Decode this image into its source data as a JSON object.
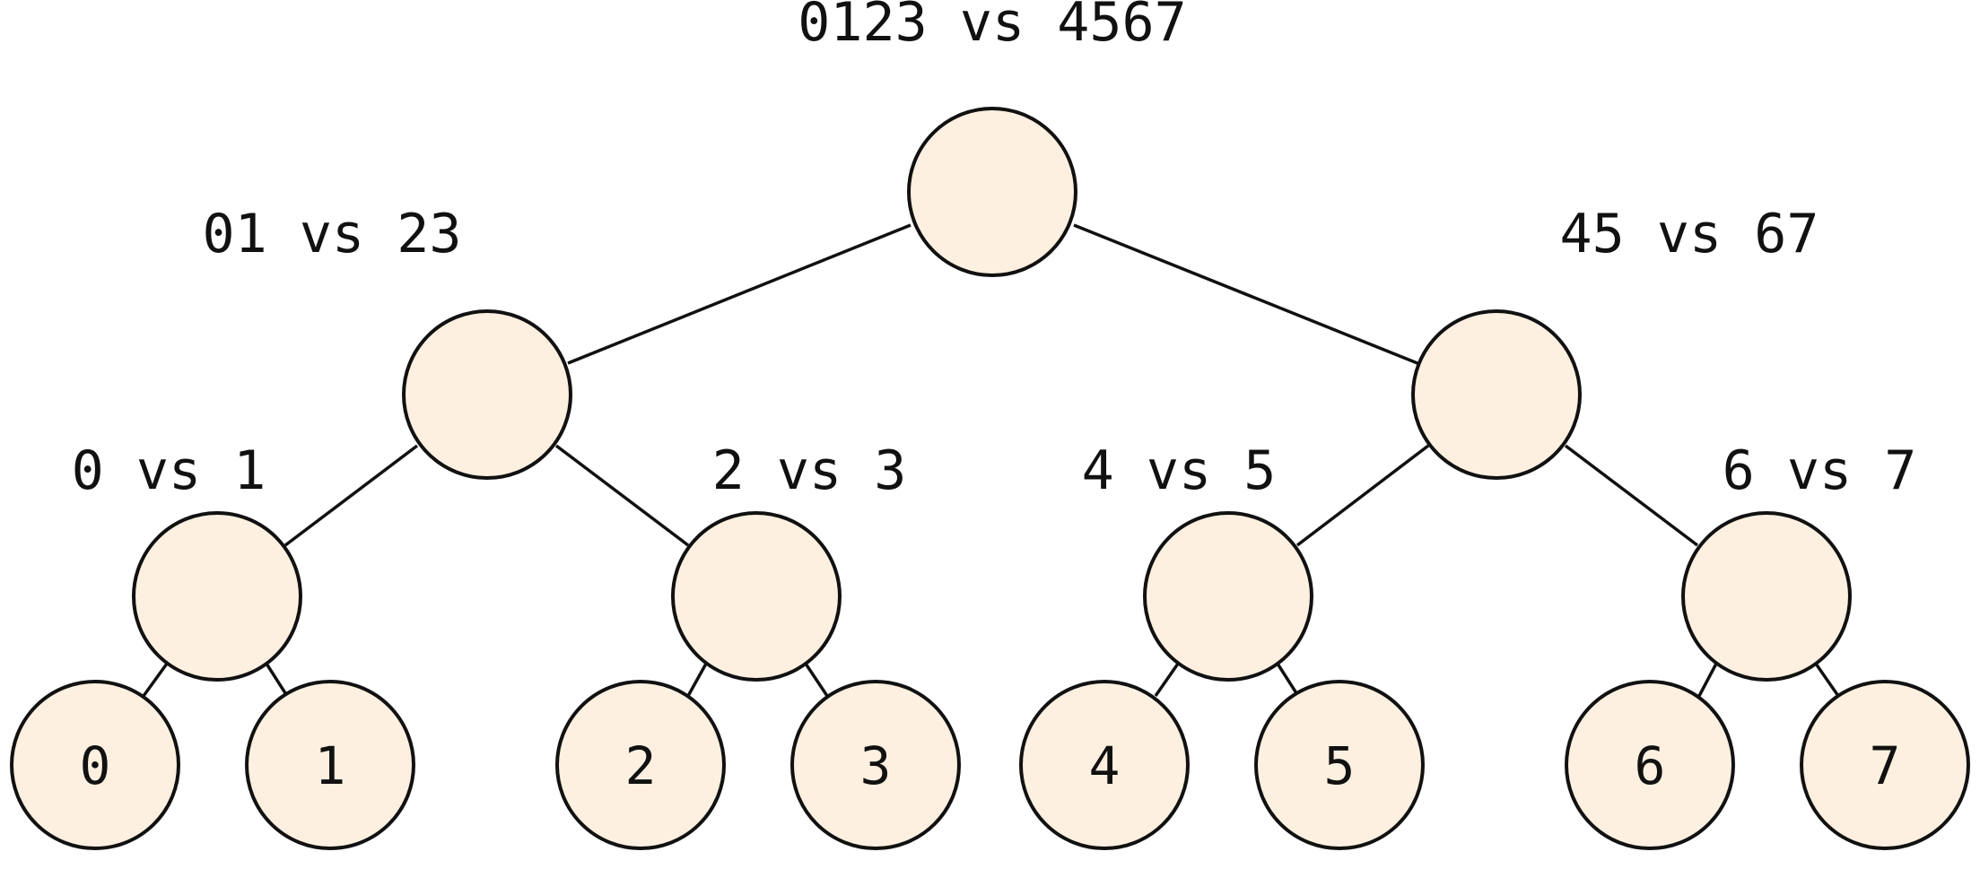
{
  "colors": {
    "node_fill": "#fdf0e0",
    "stroke": "#111111"
  },
  "tree": {
    "root": {
      "label": "0123 vs 4567"
    },
    "level1": [
      {
        "label": "01 vs 23"
      },
      {
        "label": "45 vs 67"
      }
    ],
    "level2": [
      {
        "label": "0 vs 1"
      },
      {
        "label": "2 vs 3"
      },
      {
        "label": "4 vs 5"
      },
      {
        "label": "6 vs 7"
      }
    ],
    "leaves": [
      {
        "label": "0"
      },
      {
        "label": "1"
      },
      {
        "label": "2"
      },
      {
        "label": "3"
      },
      {
        "label": "4"
      },
      {
        "label": "5"
      },
      {
        "label": "6"
      },
      {
        "label": "7"
      }
    ]
  }
}
